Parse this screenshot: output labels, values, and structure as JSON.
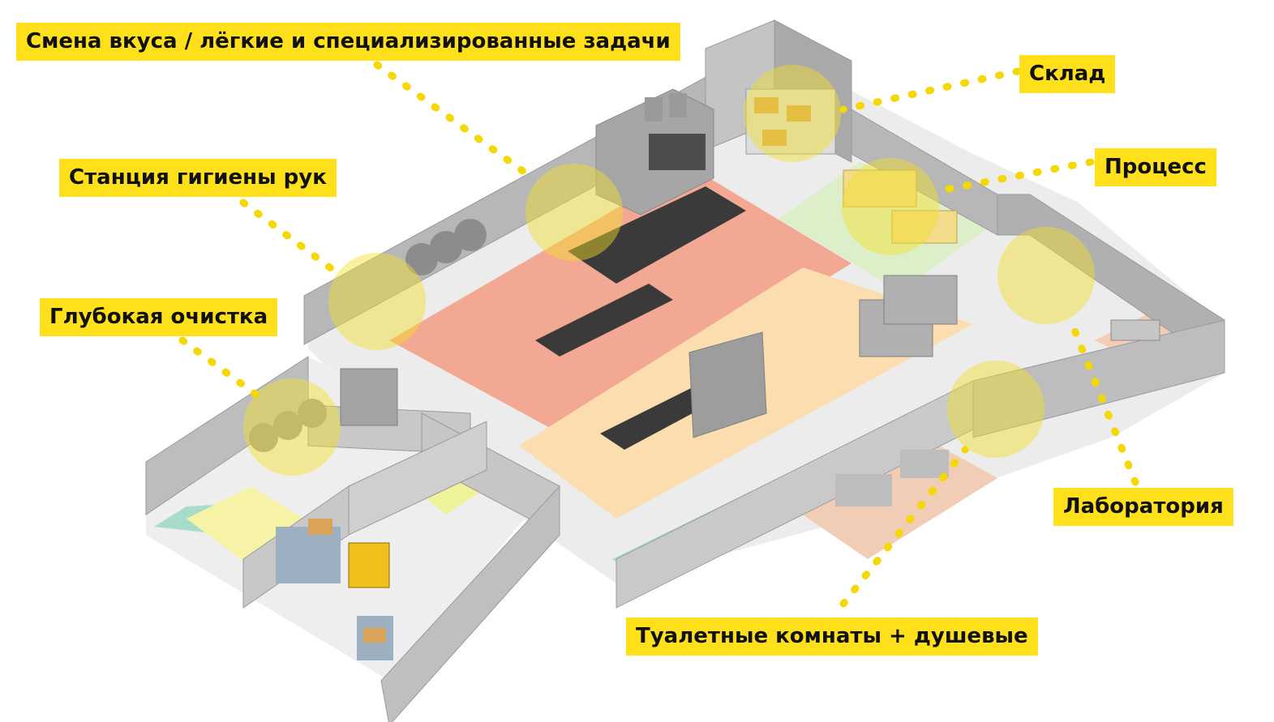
{
  "colors": {
    "label_bg": "#FFE01B",
    "dot_line": "#F5D800",
    "wall": "#B7B7B7",
    "floor": "#EDEDED",
    "process_red": "#F2A893",
    "process_peach": "#FBDDB0",
    "light_green": "#DDEFC9",
    "teal": "#A7DCCB",
    "tan": "#F0CDB4"
  },
  "labels": {
    "flavor_change": "Смена вкуса / лёгкие и специализированные задачи",
    "warehouse": "Склад",
    "hand_hygiene": "Станция гигиены рук",
    "process": "Процесс",
    "deep_cleaning": "Глубокая очистка",
    "laboratory": "Лаборатория",
    "restrooms_showers": "Туалетные комнаты + душевые"
  }
}
